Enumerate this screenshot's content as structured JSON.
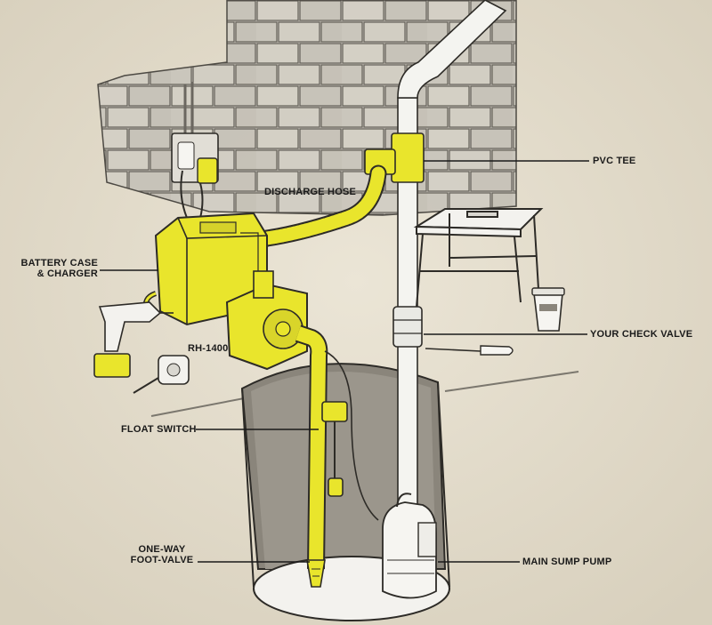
{
  "colors": {
    "background": "#e4ddcc",
    "highlight_yellow": "#e9e52c",
    "ink": "#1a1a1a",
    "pipe_white": "#f4f4f0",
    "brick": "#c9c5bb"
  },
  "labels": {
    "pvc_tee": "PVC TEE",
    "discharge_hose": "DISCHARGE HOSE",
    "battery_case_line1": "BATTERY CASE",
    "battery_case_line2": "& CHARGER",
    "your_check_valve": "YOUR CHECK VALVE",
    "rh_1400": "RH-1400",
    "float_switch": "FLOAT SWITCH",
    "one_way_line1": "ONE-WAY",
    "one_way_line2": "FOOT-VALVE",
    "main_sump_pump": "MAIN SUMP PUMP"
  },
  "icons": [
    "cordless-drill-icon",
    "tape-measure-icon",
    "screwdriver-icon",
    "coffee-cup-icon",
    "step-stool-icon"
  ]
}
